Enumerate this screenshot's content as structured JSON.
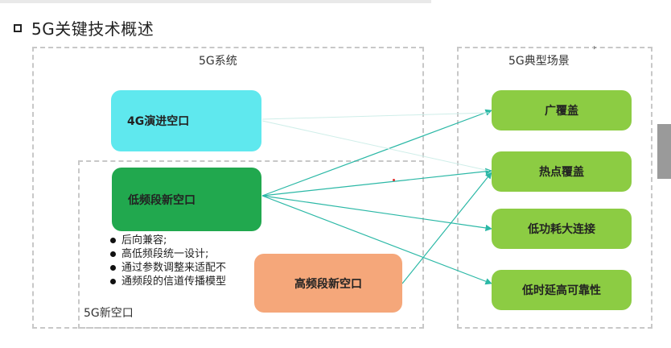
{
  "title": "5G关键技术概述",
  "system_label": "5G系统",
  "scenarios_label": "5G典型场景",
  "new_air_label": "5G新空口",
  "nodes": {
    "lte": "4G演进空口",
    "low": "低频段新空口",
    "high": "高频段新空口"
  },
  "bullets": [
    "后向兼容;",
    "高低频段统一设计;",
    "通过参数调整来适配不",
    "通频段的信道传播模型"
  ],
  "scenarios": [
    "广覆盖",
    "热点覆盖",
    "低功耗大连接",
    "低时延高可靠性"
  ],
  "colors": {
    "lte": "#5fe8ee",
    "low": "#21a84e",
    "high": "#f5a77a",
    "scenario": "#8ccc43",
    "arrow": "#2bb8a6"
  }
}
